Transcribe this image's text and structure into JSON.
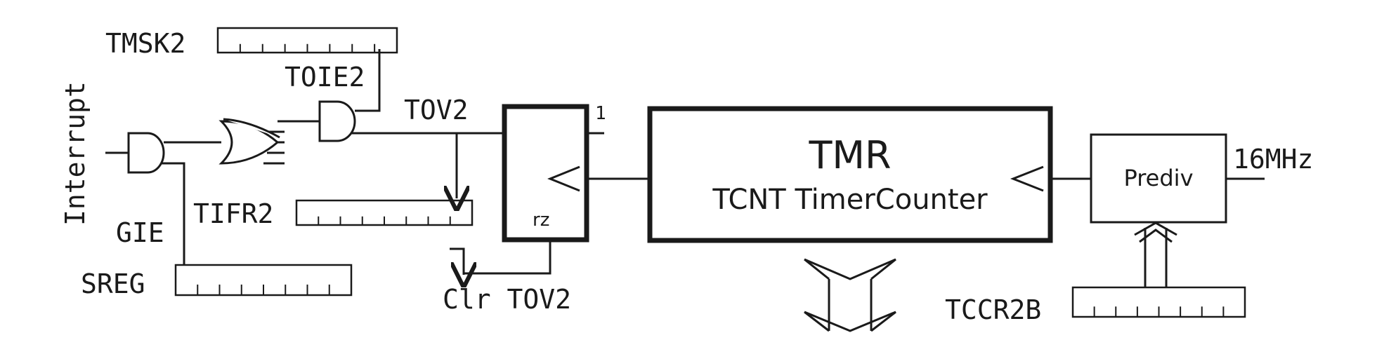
{
  "labels": {
    "tmsk2": "TMSK2",
    "toie2": "TOIE2",
    "interrupt": "Interrupt",
    "tov2": "TOV2",
    "tifr2": "TIFR2",
    "gie": "GIE",
    "sreg": "SREG",
    "clr_tov2": "Clr TOV2",
    "one": "1",
    "rz": "rz",
    "tmr": "TMR",
    "tcnt": "TCNT TimerCounter",
    "prediv": "Prediv",
    "freq": "16MHz",
    "tccr2b": "TCCR2B"
  },
  "colors": {
    "ink": "#1a1a1a",
    "shade": "#c8c8c8",
    "background": "#ffffff"
  },
  "registers": {
    "tmsk2": {
      "bits": 8,
      "highlighted_bits": [
        7
      ]
    },
    "tifr2": {
      "bits": 8,
      "highlighted_bits": [
        7
      ]
    },
    "sreg": {
      "bits": 8,
      "highlighted_bits": [
        0
      ]
    },
    "tccr2b": {
      "bits": 8,
      "highlighted_bits": [
        5,
        6,
        7
      ]
    }
  }
}
